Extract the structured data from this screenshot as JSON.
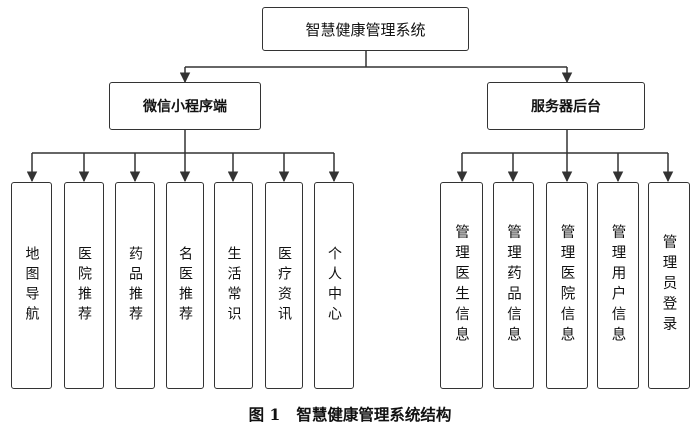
{
  "root": "智慧健康管理系统",
  "branches": [
    {
      "label": "微信小程序端",
      "leaves": [
        "地图导航",
        "医院推荐",
        "药品推荐",
        "名医推荐",
        "生活常识",
        "医疗资讯",
        "个人中心"
      ]
    },
    {
      "label": "服务器后台",
      "leaves": [
        "管理医生信息",
        "管理药品信息",
        "管理医院信息",
        "管理用户信息",
        "管理员登录"
      ]
    }
  ],
  "caption": "图 1   智慧健康管理系统结构"
}
